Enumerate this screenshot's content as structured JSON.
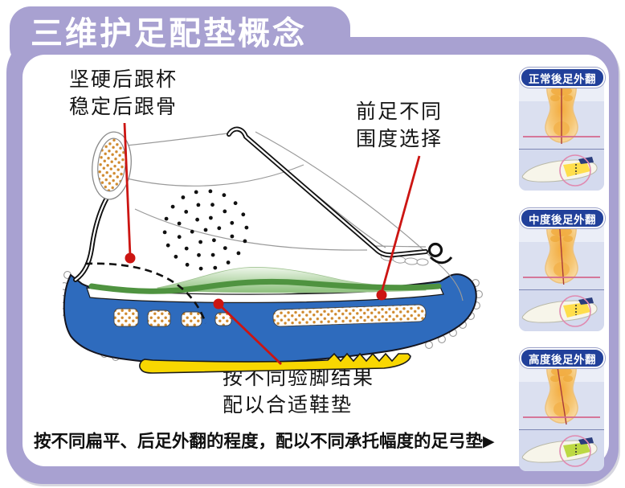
{
  "title": "三维护足配垫概念",
  "annotations": {
    "heel": {
      "lines": [
        "坚硬后跟杯",
        "稳定后跟骨"
      ]
    },
    "forefoot": {
      "lines": [
        "前足不同",
        "围度选择"
      ]
    },
    "insole": {
      "lines": [
        "按不同验脚结果",
        "配以合适鞋垫"
      ]
    }
  },
  "bottom_note": {
    "text": "按不同扁平、后足外翻的程度，配以不同承托幅度的足弓垫",
    "arrow": "▶"
  },
  "panels": [
    {
      "label": "正常後足外翻",
      "severity": "normal",
      "plumb_tilt_deg": 0,
      "arch_pad_color": "#ffde4c"
    },
    {
      "label": "中度後足外翻",
      "severity": "moderate",
      "plumb_tilt_deg": 4,
      "arch_pad_color": "#ffde4c"
    },
    {
      "label": "高度後足外翻",
      "severity": "high",
      "plumb_tilt_deg": 9,
      "arch_pad_color": "#bcd943"
    }
  ],
  "colors": {
    "frame_purple": "#a8a1d1",
    "badge_navy": "#21409a",
    "midsole_blue": "#2e6bbd",
    "outsole_yellow": "#f8d701",
    "insole_green": "#4f9340",
    "annotation_red": "#cc1512",
    "guide_pink": "#d4688e"
  }
}
